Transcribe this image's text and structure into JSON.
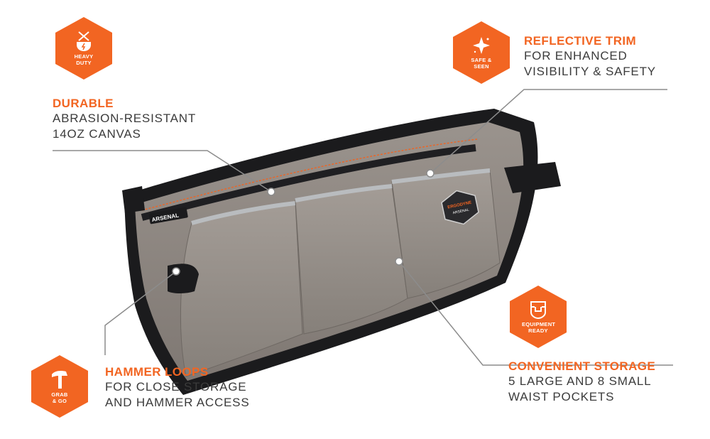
{
  "colors": {
    "accent": "#F26522",
    "callout_line": "#8c8c8c",
    "body_text": "#3b3b3b",
    "pouch_canvas": "#8e8781",
    "pouch_trim": "#1b1b1d"
  },
  "badges": {
    "heavy_duty": {
      "label_line1": "HEAVY",
      "label_line2": "DUTY",
      "icon": "shield-cross-icon"
    },
    "safe_seen": {
      "label_line1": "SAFE &",
      "label_line2": "SEEN",
      "icon": "sparkle-icon"
    },
    "equipment_ready": {
      "label_line1": "EQUIPMENT",
      "label_line2": "READY",
      "icon": "belt-clip-icon"
    },
    "grab_go": {
      "label_line1": "GRAB",
      "label_line2": "& GO",
      "icon": "hammer-icon"
    }
  },
  "callouts": {
    "durable": {
      "heading": "DURABLE",
      "line1": "ABRASION-RESISTANT",
      "line2": "14OZ CANVAS"
    },
    "reflective": {
      "heading": "REFLECTIVE TRIM",
      "line1": "FOR ENHANCED",
      "line2": "VISIBILITY & SAFETY"
    },
    "hammer": {
      "heading": "HAMMER LOOPS",
      "line1": "FOR CLOSE STORAGE",
      "line2": "AND HAMMER ACCESS"
    },
    "storage": {
      "heading": "CONVENIENT STORAGE",
      "line1": "5 LARGE AND 8 SMALL",
      "line2": "WAIST POCKETS"
    }
  },
  "product": {
    "brand_tag": "ARSENAL",
    "logo_lines": [
      "ERGODYNE",
      "ARSENAL"
    ]
  }
}
